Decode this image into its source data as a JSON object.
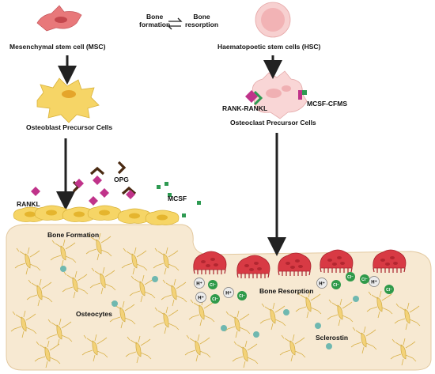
{
  "labels": {
    "msc": "Mesenchymal stem cell (MSC)",
    "bone_formation_top": "Bone\nformation",
    "bone_resorption_top": "Bone\nresorption",
    "hsc": "Haematopoetic stem cells (HSC)",
    "osteoblast_precursor": "Osteoblast Precursor Cells",
    "rank_rankl": "RANK-RANKL",
    "mcsf_cfms": "MCSF-CFMS",
    "osteoclast_precursor": "Osteoclast Precursor Cells",
    "opg": "OPG",
    "rankl": "RANKL",
    "mcsf": "MCSF",
    "bone_formation": "Bone Formation",
    "bone_resorption": "Bone Resorption",
    "osteocytes": "Osteocytes",
    "sclerostin": "Sclerostin"
  },
  "ions": {
    "hydrogen": "H⁺",
    "chloride": "Cl⁻"
  },
  "colors": {
    "msc_cell": "#e8787a",
    "hsc_cell": "#f4c2c2",
    "osteoblast": "#f6d566",
    "osteoclast": "#d83a44",
    "bone_matrix": "#f7e9d2",
    "rankl_diamond": "#c0338a",
    "opg": "#4a2a12",
    "mcsf": "#2e9a52",
    "sclerostin": "#6fb8b0",
    "chloride": "#2f9a4a"
  },
  "icons": [
    "swap-arrows-icon",
    "down-arrow-icon"
  ]
}
